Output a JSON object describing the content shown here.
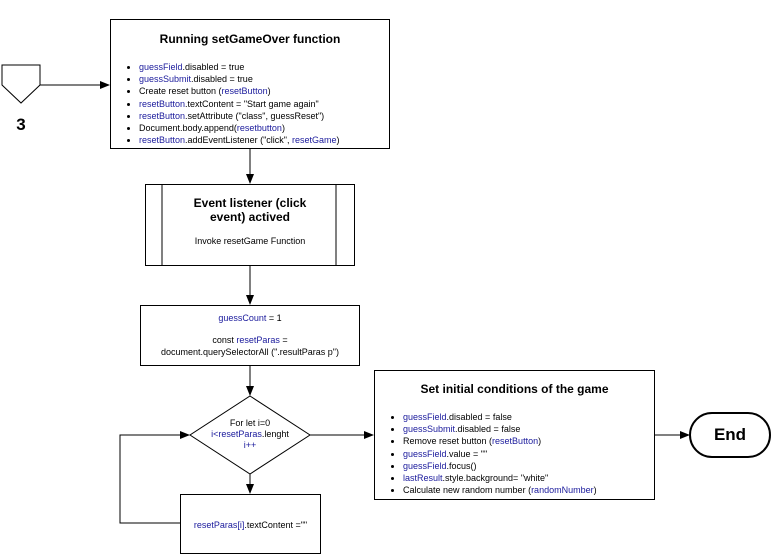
{
  "connector": {
    "label": "3"
  },
  "set_game_over": {
    "title": "Running setGameOver function",
    "items": [
      {
        "var": "guessField",
        "text": ".disabled = true"
      },
      {
        "var": "guessSubmit",
        "text": ".disabled = true"
      },
      {
        "pre": "Create reset button (",
        "var": "resetButton",
        "text": ")"
      },
      {
        "var": "resetButton",
        "text": ".textContent = \"Start game again\""
      },
      {
        "var": "resetButton",
        "text": ".setAttribute (\"class\", guessReset\")"
      },
      {
        "pre": "Document.body.append(",
        "var": "resetbutton",
        "text": ")"
      },
      {
        "var": "resetButton",
        "text": ".addEventListener (\"click\", ",
        "var2": "resetGame",
        "text2": ")"
      }
    ]
  },
  "event_listener": {
    "title": "Event listener (click event) actived",
    "subtitle": "Invoke  resetGame Function"
  },
  "init_box": {
    "var": "guessCount",
    "line1_rest": " = 1",
    "line2_pre": "const ",
    "line2_var": "resetParas",
    "line2_rest": " =",
    "line3": "document.querySelectorAll (\".resultParas p\")"
  },
  "loop_decision": {
    "line1": "For let i=0",
    "line2_pre": "i<",
    "line2_var": "resetParas",
    "line2_rest": ".lenght",
    "line3": "i++"
  },
  "loop_body": {
    "var": "resetParas[i]",
    "text": ".textContent =\"\""
  },
  "set_initial": {
    "title": "Set initial conditions of the game",
    "items": [
      {
        "var": "guessField",
        "text": ".disabled = false"
      },
      {
        "var": "guessSubmit",
        "text": ".disabled = false"
      },
      {
        "pre": "Remove reset button (",
        "var": "resetButton",
        "text": ")"
      },
      {
        "var": "guessField",
        "text": ".value = \"\""
      },
      {
        "var": "guessField",
        "text": ".focus()"
      },
      {
        "var": "lastResult",
        "text": ".style.background= \"white\""
      },
      {
        "pre": "Calculate new random number (",
        "var": "randomNumber",
        "text": ")"
      }
    ]
  },
  "terminal": {
    "label": "End"
  },
  "colors": {
    "variable": "#1a1a9c",
    "stroke": "#000000"
  }
}
